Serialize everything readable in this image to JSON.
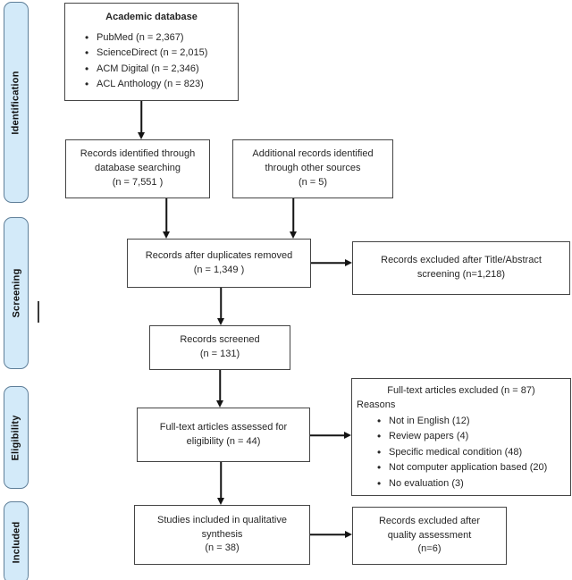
{
  "palette": {
    "stage_fill": "#d3eaf9",
    "stage_border": "#5f7f99",
    "box_border": "#454545",
    "arrow_color": "#141414",
    "text_color": "#262626"
  },
  "stages": [
    {
      "label": "Identification"
    },
    {
      "label": "Screening"
    },
    {
      "label": "Eligibility"
    },
    {
      "label": "Included"
    }
  ],
  "boxes": {
    "academic_database": {
      "title": "Academic database",
      "items": [
        "PubMed (n = 2,367)",
        "ScienceDirect (n = 2,015)",
        "ACM Digital (n = 2,346)",
        "ACL Anthology (n = 823)"
      ]
    },
    "records_identified": {
      "text": "Records identified through\ndatabase searching\n(n =  7,551 )"
    },
    "additional_records": {
      "text": "Additional records identified\nthrough other sources\n(n = 5)"
    },
    "duplicates_removed": {
      "text": "Records after duplicates removed\n(n = 1,349  )"
    },
    "excluded_title_abstract": {
      "text": "Records excluded after Title/Abstract\nscreening (n=1,218)"
    },
    "records_screened": {
      "text": "Records screened\n(n = 131)"
    },
    "fulltext_assessed": {
      "text": "Full-text articles assessed for\neligibility (n = 44)"
    },
    "fulltext_excluded": {
      "title": "Full-text articles excluded (n = 87)",
      "reasons_label": "Reasons",
      "items": [
        "Not in English (12)",
        "Review papers (4)",
        "Specific medical condition (48)",
        "Not computer application based (20)",
        "No evaluation (3)"
      ]
    },
    "studies_included": {
      "text": "Studies included in qualitative\nsynthesis\n(n = 38)"
    },
    "excluded_quality": {
      "text": "Records excluded after\nquality assessment\n(n=6)"
    }
  }
}
